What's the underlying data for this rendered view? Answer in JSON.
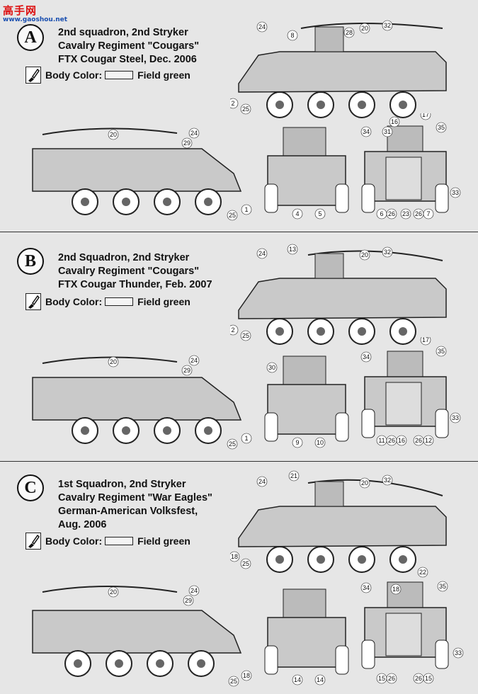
{
  "watermark": {
    "logo_text": "高手网",
    "logo_sub": "www.gaoshou.net"
  },
  "schemes": [
    {
      "letter": "A",
      "title": "2nd squadron, 2nd Stryker\nCavalry Regiment \"Cougars\"\nFTX Cougar Steel, Dec. 2006",
      "body_color_label": "Body Color:",
      "body_color_value": "Field green",
      "callouts": {
        "side_right": [
          "24",
          "8",
          "28",
          "20",
          "32",
          "2",
          "25"
        ],
        "side_left": [
          "20",
          "24",
          "29",
          "25",
          "1"
        ],
        "front": [
          "4",
          "5"
        ],
        "rear": [
          "34",
          "16",
          "31",
          "17",
          "35",
          "6",
          "26",
          "23",
          "26",
          "7",
          "33"
        ]
      }
    },
    {
      "letter": "B",
      "title": "2nd Squadron, 2nd Stryker\nCavalry Regiment \"Cougars\"\nFTX Cougar Thunder, Feb. 2007",
      "body_color_label": "Body Color:",
      "body_color_value": "Field green",
      "callouts": {
        "side_right": [
          "24",
          "13",
          "20",
          "32",
          "2",
          "25"
        ],
        "side_left": [
          "20",
          "24",
          "29",
          "25",
          "1"
        ],
        "front": [
          "30",
          "9",
          "10"
        ],
        "rear": [
          "34",
          "17",
          "35",
          "11",
          "26",
          "16",
          "26",
          "12",
          "33"
        ]
      }
    },
    {
      "letter": "C",
      "title": "1st Squadron, 2nd Stryker\nCavalry Regiment \"War Eagles\"\nGerman-American Volksfest,\nAug. 2006",
      "body_color_label": "Body Color:",
      "body_color_value": "Field green",
      "callouts": {
        "side_right": [
          "24",
          "21",
          "20",
          "32",
          "18",
          "25"
        ],
        "side_left": [
          "20",
          "24",
          "29",
          "25",
          "18"
        ],
        "front": [
          "14",
          "14"
        ],
        "rear": [
          "34",
          "22",
          "18",
          "35",
          "15",
          "26",
          "26",
          "15",
          "33"
        ]
      }
    }
  ]
}
